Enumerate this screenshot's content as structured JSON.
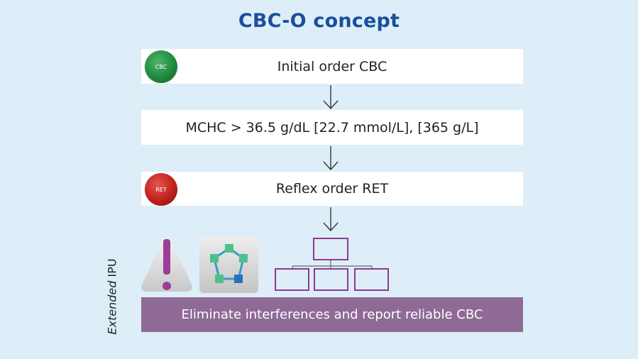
{
  "title": "CBC-O concept",
  "steps": [
    {
      "label": "Initial order CBC",
      "badge": "CBC",
      "badge_color": "#1f8a3e"
    },
    {
      "label": "MCHC > 36.5 g/dL [22.7 mmol/L], [365 g/L]"
    },
    {
      "label": "Reflex order RET",
      "badge": "RET",
      "badge_color": "#c2201b"
    }
  ],
  "icons": [
    "warning-icon",
    "network-icon",
    "org-chart-icon"
  ],
  "result": {
    "label": "Eliminate interferences and report reliable CBC",
    "color": "#8e6a95"
  },
  "side_label": {
    "italic": "Extended",
    "rest": " IPU"
  },
  "colors": {
    "title": "#1a4f9c",
    "background": "#ddeef9",
    "accent_purple": "#8e6a95"
  }
}
